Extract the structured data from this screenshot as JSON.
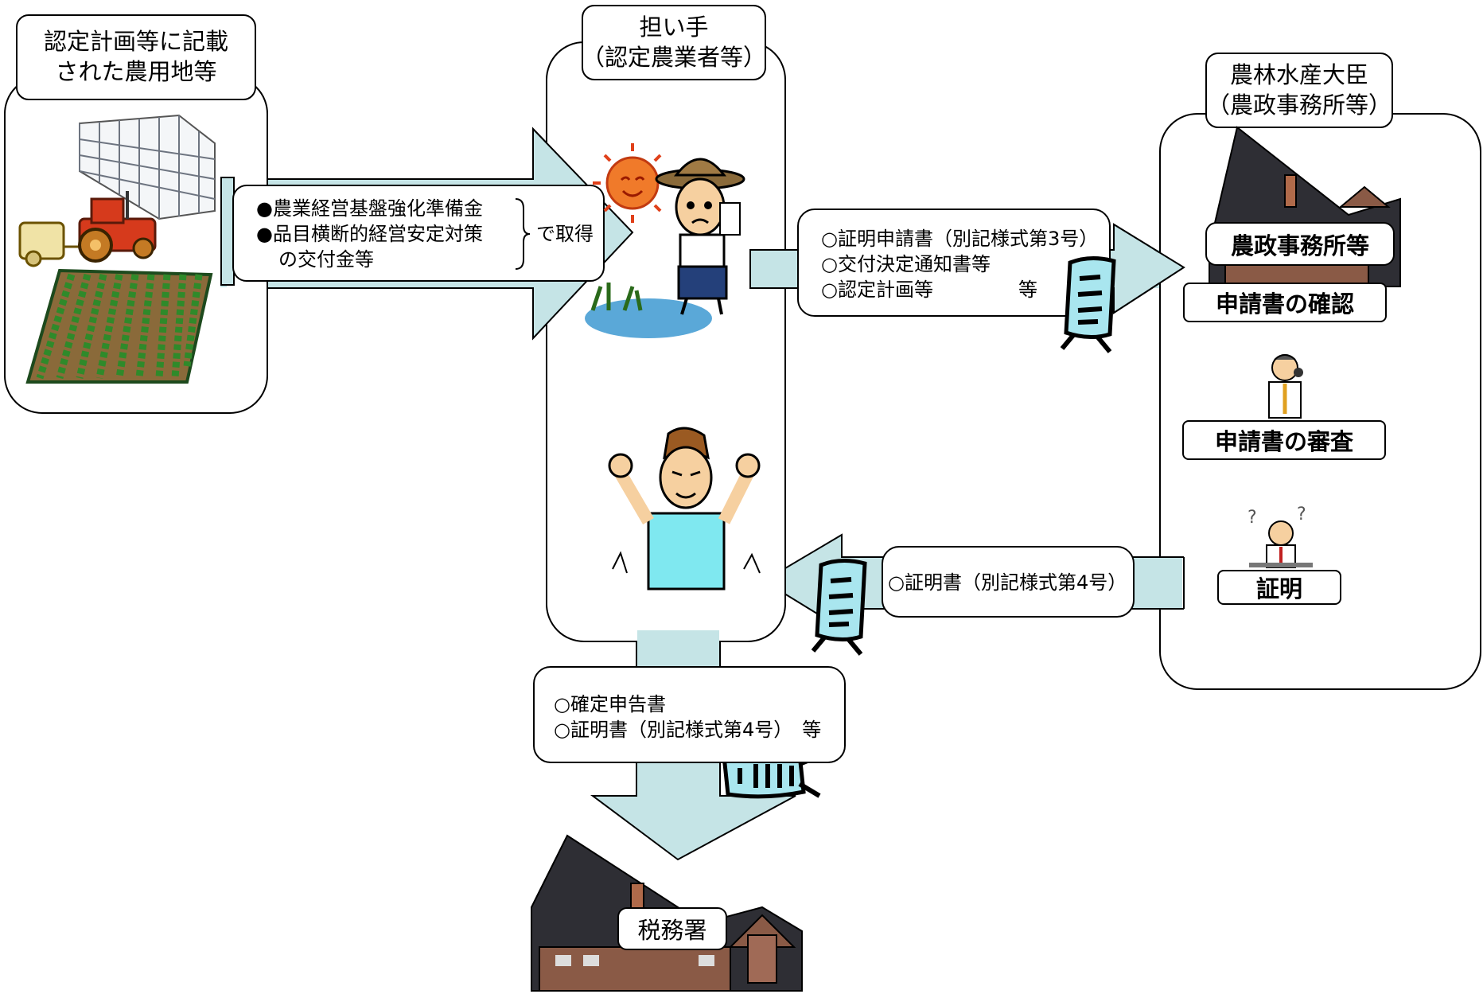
{
  "land": {
    "title_lines": [
      "認定計画等に記載",
      "された農用地等"
    ]
  },
  "farmer": {
    "title_lines": [
      "担い手",
      "（認定農業者等）"
    ]
  },
  "minister": {
    "title_lines": [
      "農林水産大臣",
      "（農政事務所等）"
    ],
    "office_label": "農政事務所等",
    "steps": [
      "申請書の確認",
      "申請書の審査",
      "証明"
    ]
  },
  "acquisition": {
    "items": [
      "●農業経営基盤強化準備金",
      "●品目横断的経営安定対策",
      "の交付金等"
    ],
    "suffix": "で取得"
  },
  "application": {
    "items": [
      "○証明申請書（別記様式第3号）",
      "○交付決定通知書等",
      "○認定計画等"
    ],
    "etc": "等"
  },
  "certificate": {
    "text": "○証明書（別記様式第4号）"
  },
  "tax_filing": {
    "items": [
      "○確定申告書",
      "○証明書（別記様式第4号）　等"
    ]
  },
  "tax_office": {
    "label": "税務署"
  },
  "colors": {
    "arrow_fill": "#c5e4e6",
    "document_fill": "#a9e6ef",
    "stroke": "#000000"
  },
  "icons": [
    "greenhouse-icon",
    "tractor-icon",
    "field-icon",
    "sun-icon",
    "farmer-icon",
    "happy-farmer-icon",
    "document-icon",
    "building-icon",
    "official-icon",
    "puzzled-official-icon"
  ]
}
